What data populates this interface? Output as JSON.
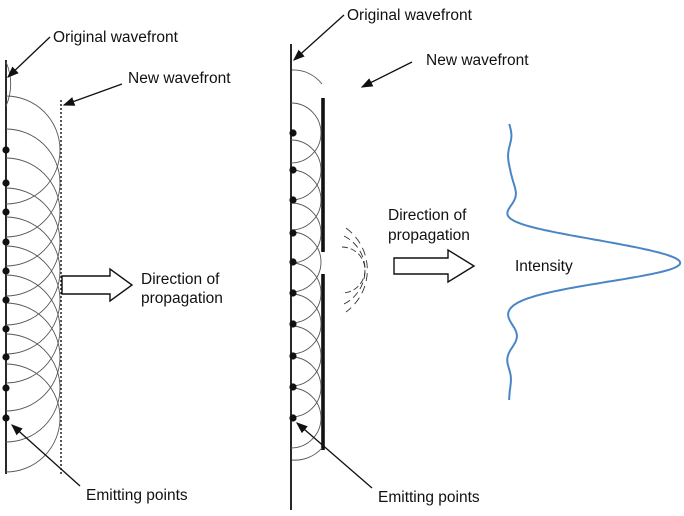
{
  "left_panel": {
    "original_wavefront": "Original wavefront",
    "new_wavefront": "New wavefront",
    "direction_line1": "Direction of",
    "direction_line2": "propagation",
    "emitting_points": "Emitting points"
  },
  "right_panel": {
    "original_wavefront": "Original wavefront",
    "new_wavefront": "New wavefront",
    "direction_line1": "Direction of",
    "direction_line2": "propagation",
    "intensity": "Intensity",
    "emitting_points": "Emitting points"
  },
  "colors": {
    "intensity_curve": "#4a86c5",
    "ink": "#111111"
  }
}
